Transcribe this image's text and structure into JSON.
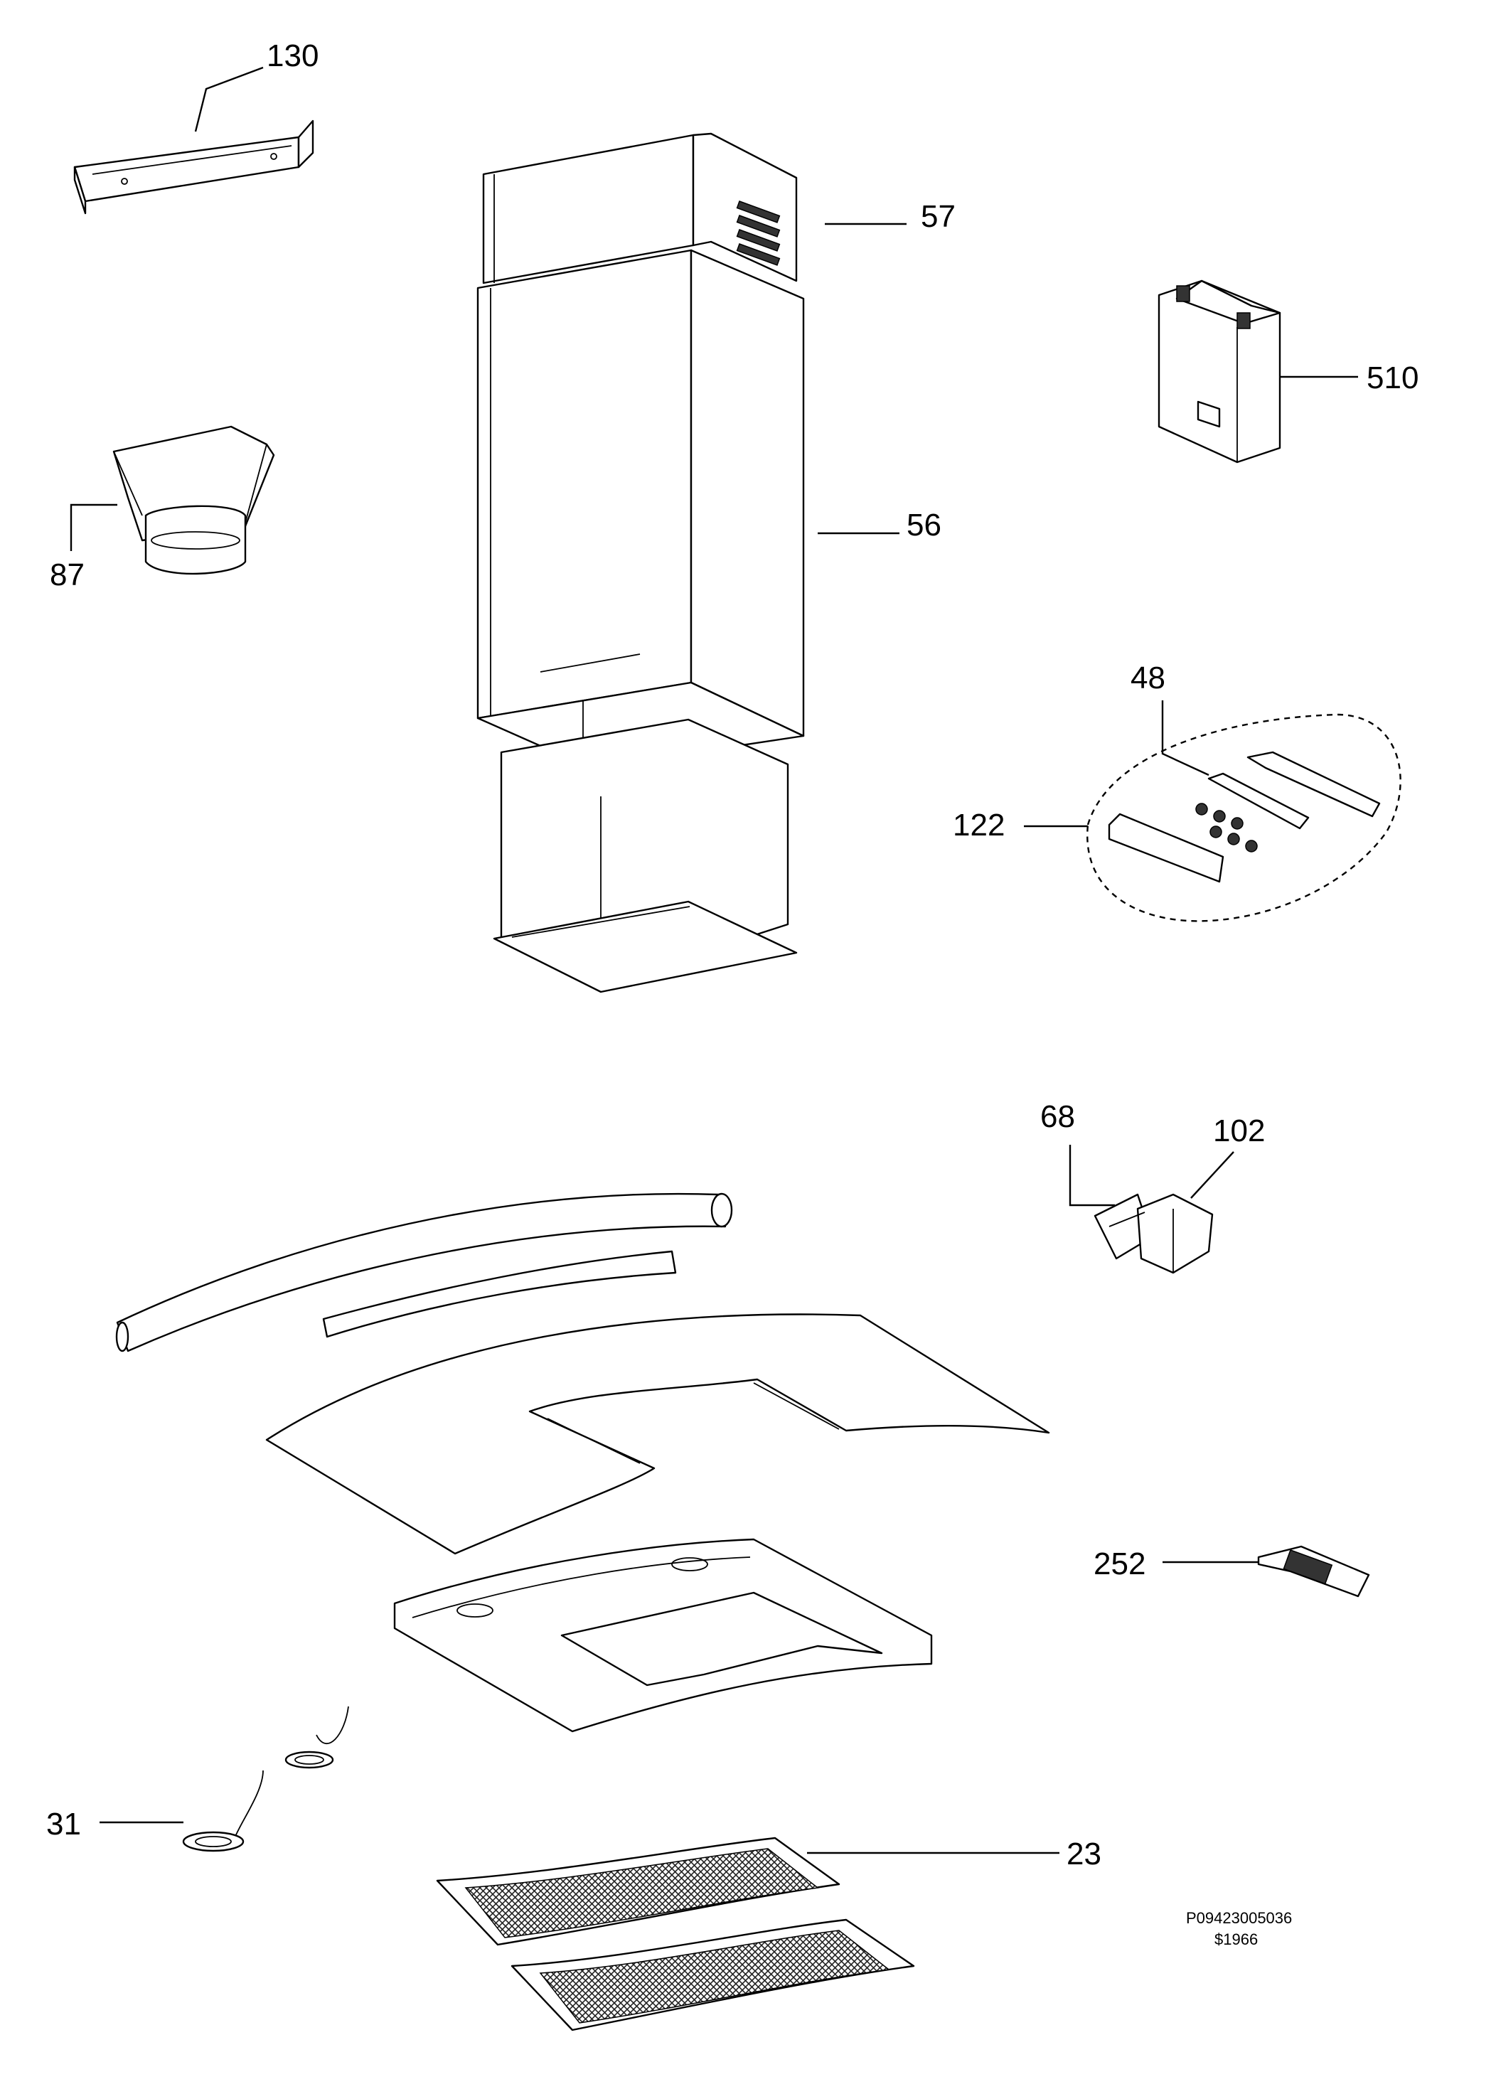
{
  "labels": {
    "p130": "130",
    "p57": "57",
    "p510": "510",
    "p87": "87",
    "p56": "56",
    "p48": "48",
    "p122": "122",
    "p68": "68",
    "p102": "102",
    "p252": "252",
    "p31": "31",
    "p23": "23"
  },
  "drawing_code": "P09423005036",
  "drawing_ref": "$1966",
  "colors": {
    "line": "#000000",
    "background": "#ffffff",
    "mesh": "#333333"
  }
}
